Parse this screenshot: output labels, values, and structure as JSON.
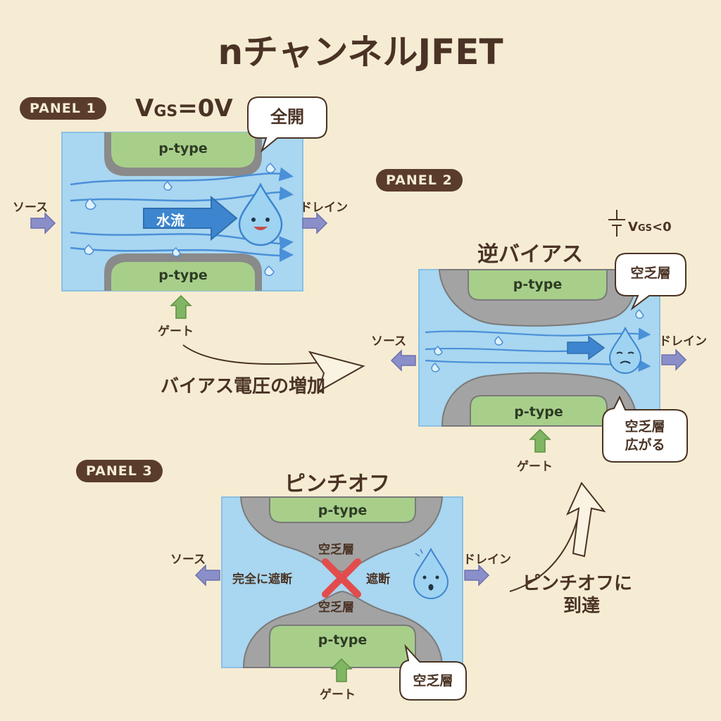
{
  "title": "nチャンネルJFET",
  "panel1": {
    "badge": "PANEL 1",
    "vgs_v": "V",
    "vgs_sub": "GS",
    "vgs_val": "=0V",
    "bubble": "全開",
    "top_gate": "p-type",
    "bottom_gate": "p-type",
    "flow_label": "水流",
    "source": "ソース",
    "drain": "ドレイン",
    "gate": "ゲート"
  },
  "transition1": "バイアス電圧の増加",
  "panel2": {
    "badge": "PANEL 2",
    "vgs_v": "V",
    "vgs_sub": "GS",
    "vgs_val": "<0",
    "heading": "逆バイアス",
    "top_gate": "p-type",
    "bottom_gate": "p-type",
    "bubble_top": "空乏層",
    "bubble_bottom_line1": "空乏層",
    "bubble_bottom_line2": "広がる",
    "source": "ソース",
    "drain": "ドレイン",
    "gate": "ゲート"
  },
  "panel3": {
    "badge": "PANEL 3",
    "heading": "ピンチオフ",
    "top_gate": "p-type",
    "bottom_gate": "p-type",
    "depletion_top": "空乏層",
    "depletion_bottom": "空乏層",
    "left_label": "完全に遮断",
    "right_label": "遮断",
    "bubble": "空乏層",
    "source": "ソース",
    "drain": "ドレイン",
    "gate": "ゲート"
  },
  "transition2_line1": "ピンチオフに",
  "transition2_line2": "到達",
  "colors": {
    "background": "#f6ecd4",
    "water": "#a9d6f0",
    "gate_green": "#a7cf8a",
    "depletion_gray": "#a3a3a3",
    "arrow_purple": "#8a8fc9",
    "arrow_green": "#7fb563",
    "flow_blue": "#3d86cf",
    "cross_red": "#e24c4c",
    "text_brown": "#4a3324"
  }
}
